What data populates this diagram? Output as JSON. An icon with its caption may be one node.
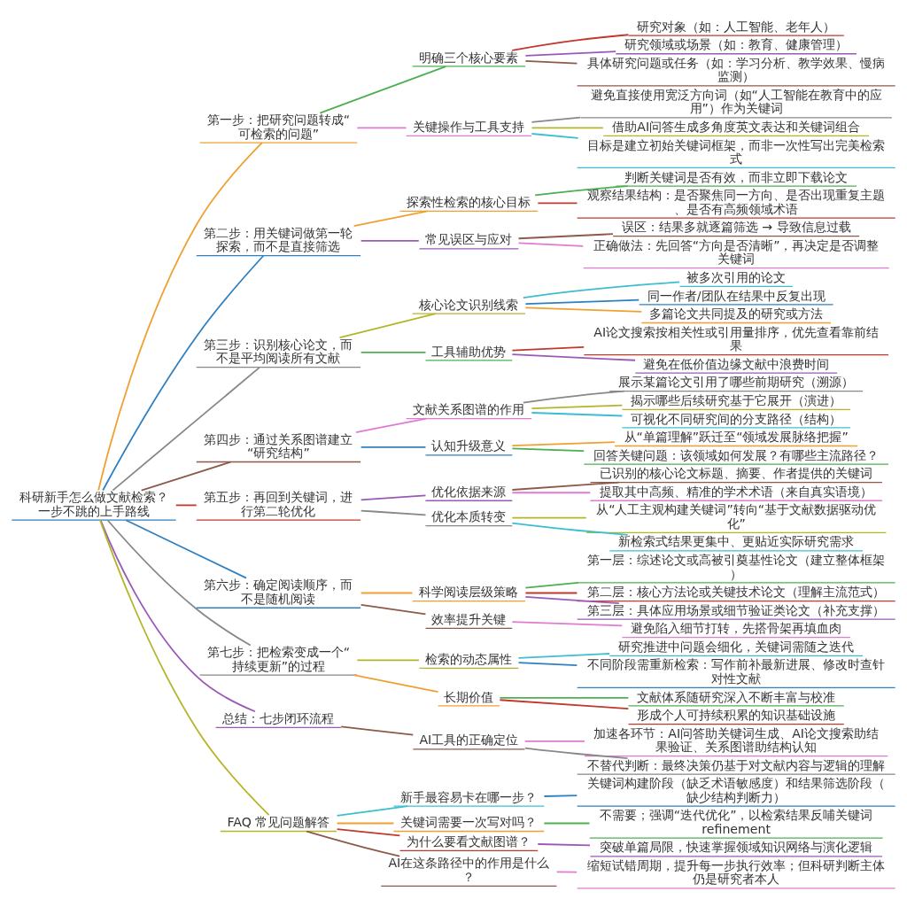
{
  "diagram": {
    "nodes": [
      {
        "text": [
          "科研新手怎么做文献检索？一步不跳的上手路线"
        ]
      },
      {
        "text": [
          "第一步：把研究问题转成“可检索的问题”"
        ]
      },
      {
        "text": [
          "明确三个核心要素"
        ]
      },
      {
        "text": [
          "研究对象（如：人工智能、老年人）"
        ]
      },
      {
        "text": [
          "研究领域或场景（如：教育、健康管理）"
        ]
      },
      {
        "text": [
          "具体研究问题或任务（如：学习分析、教学效果、慢病监测）"
        ]
      },
      {
        "text": [
          "关键操作与工具支持"
        ]
      },
      {
        "text": [
          "避免直接使用宽泛方向词（如“人工智能在教育中的应用”）作为关键词"
        ]
      },
      {
        "text": [
          "借助AI问答生成多角度英文表达和关键词组合"
        ]
      },
      {
        "text": [
          "目标是建立初始关键词框架，而非一次性写出完美检索式"
        ]
      },
      {
        "text": [
          "第二步：用关键词做第一轮探索，而不是直接筛选"
        ]
      },
      {
        "text": [
          "探索性检索的核心目标"
        ]
      },
      {
        "text": [
          "判断关键词是否有效，而非立即下载论文"
        ]
      },
      {
        "text": [
          "观察结果结构：是否聚焦同一方向、是否出现重复主题、是否有高频领域术语"
        ]
      },
      {
        "text": [
          "常见误区与应对"
        ]
      },
      {
        "text": [
          "误区：结果多就逐篇筛选 → 导致信息过载"
        ]
      },
      {
        "text": [
          "正确做法：先回答“方向是否清晰”，再决定是否调整关键词"
        ]
      },
      {
        "text": [
          "第三步：识别核心论文，而不是平均阅读所有文献"
        ]
      },
      {
        "text": [
          "核心论文识别线索"
        ]
      },
      {
        "text": [
          "被多次引用的论文"
        ]
      },
      {
        "text": [
          "同一作者/团队在结果中反复出现"
        ]
      },
      {
        "text": [
          "多篇论文共同提及的研究或方法"
        ]
      },
      {
        "text": [
          "工具辅助优势"
        ]
      },
      {
        "text": [
          "AI论文搜索按相关性或引用量排序，优先查看靠前结果"
        ]
      },
      {
        "text": [
          "避免在低价值边缘文献中浪费时间"
        ]
      },
      {
        "text": [
          "第四步：通过关系图谱建立“研究结构”"
        ]
      },
      {
        "text": [
          "文献关系图谱的作用"
        ]
      },
      {
        "text": [
          "展示某篇论文引用了哪些前期研究（溯源）"
        ]
      },
      {
        "text": [
          "揭示哪些后续研究基于它展开（演进）"
        ]
      },
      {
        "text": [
          "可视化不同研究间的分支路径（结构）"
        ]
      },
      {
        "text": [
          "认知升级意义"
        ]
      },
      {
        "text": [
          "从“单篇理解”跃迁至“领域发展脉络把握”"
        ]
      },
      {
        "text": [
          "回答关键问题：该领域如何发展？有哪些主流路径？"
        ]
      },
      {
        "text": [
          "第五步：再回到关键词，进行第二轮优化"
        ]
      },
      {
        "text": [
          "优化依据来源"
        ]
      },
      {
        "text": [
          "已识别的核心论文标题、摘要、作者提供的关键词"
        ]
      },
      {
        "text": [
          "提取其中高频、精准的学术术语（来自真实语境）"
        ]
      },
      {
        "text": [
          "优化本质转变"
        ]
      },
      {
        "text": [
          "从“人工主观构建关键词”转向“基于文献数据驱动优化”"
        ]
      },
      {
        "text": [
          "新检索式结果更集中、更贴近实际研究需求"
        ]
      },
      {
        "text": [
          "第六步：确定阅读顺序，而不是随机阅读"
        ]
      },
      {
        "text": [
          "科学阅读层级策略"
        ]
      },
      {
        "text": [
          "第一层：综述论文或高被引奠基性论文（建立整体框架）"
        ]
      },
      {
        "text": [
          "第二层：核心方法论或关键技术论文（理解主流范式）"
        ]
      },
      {
        "text": [
          "第三层：具体应用场景或细节验证类论文（补充支撑）"
        ]
      },
      {
        "text": [
          "效率提升关键"
        ]
      },
      {
        "text": [
          "避免陷入细节打转，先搭骨架再填血肉"
        ]
      },
      {
        "text": [
          "第七步：把检索变成一个“持续更新”的过程"
        ]
      },
      {
        "text": [
          "检索的动态属性"
        ]
      },
      {
        "text": [
          "研究推进中问题会细化，关键词需随之迭代"
        ]
      },
      {
        "text": [
          "不同阶段需重新检索：写作前补最新进展、修改时查针对性文献"
        ]
      },
      {
        "text": [
          "长期价值"
        ]
      },
      {
        "text": [
          "文献体系随研究深入不断丰富与校准"
        ]
      },
      {
        "text": [
          "形成个人可持续积累的知识基础设施"
        ]
      },
      {
        "text": [
          "总结：七步闭环流程"
        ]
      },
      {
        "text": [
          "AI工具的正确定位"
        ]
      },
      {
        "text": [
          "加速各环节：AI问答助关键词生成、AI论文搜索助结果验证、关系图谱助结构认知"
        ]
      },
      {
        "text": [
          "不替代判断：最终决策仍基于对文献内容与逻辑的理解"
        ]
      },
      {
        "text": [
          "FAQ 常见问题解答"
        ]
      },
      {
        "text": [
          "新手最容易卡在哪一步？"
        ]
      },
      {
        "text": [
          "关键词构建阶段（缺乏术语敏感度）和结果筛选阶段（缺少结构判断力）"
        ]
      },
      {
        "text": [
          "关键词需要一次写对吗？"
        ]
      },
      {
        "text": [
          "不需要；强调“迭代优化”，以检索结果反哺关键词 refinement"
        ]
      },
      {
        "text": [
          "为什么要看文献图谱？"
        ]
      },
      {
        "text": [
          "突破单篇局限，快速掌握领域知识网络与演化逻辑"
        ]
      },
      {
        "text": [
          "AI在这条路径中的作用是什么？"
        ]
      },
      {
        "text": [
          "缩短试错周期，提升每一步执行效率；但科研判断主体仍是研究者本人"
        ]
      }
    ],
    "edges": [
      {
        "from": 0,
        "to": 1,
        "arrow": "none",
        "color": "#f0a030"
      },
      {
        "from": 1,
        "to": 2,
        "arrow": "none",
        "color": "#4caf50"
      },
      {
        "from": 2,
        "to": 3,
        "arrow": "none",
        "color": "#c0392b"
      },
      {
        "from": 2,
        "to": 4,
        "arrow": "none",
        "color": "#9b59b6"
      },
      {
        "from": 2,
        "to": 5,
        "arrow": "none",
        "color": "#8d5a4a"
      },
      {
        "from": 1,
        "to": 6,
        "arrow": "none",
        "color": "#e07bd0"
      },
      {
        "from": 6,
        "to": 7,
        "arrow": "none",
        "color": "#888888"
      },
      {
        "from": 6,
        "to": 8,
        "arrow": "none",
        "color": "#b5b52a"
      },
      {
        "from": 6,
        "to": 9,
        "arrow": "none",
        "color": "#3bbfd0"
      },
      {
        "from": 0,
        "to": 10,
        "arrow": "none",
        "color": "#2f80c0"
      },
      {
        "from": 10,
        "to": 11,
        "arrow": "none",
        "color": "#f0a030"
      },
      {
        "from": 11,
        "to": 12,
        "arrow": "none",
        "color": "#4caf50"
      },
      {
        "from": 11,
        "to": 13,
        "arrow": "none",
        "color": "#c0392b"
      },
      {
        "from": 10,
        "to": 14,
        "arrow": "none",
        "color": "#9b59b6"
      },
      {
        "from": 14,
        "to": 15,
        "arrow": "none",
        "color": "#8d5a4a"
      },
      {
        "from": 14,
        "to": 16,
        "arrow": "none",
        "color": "#e07bd0"
      },
      {
        "from": 0,
        "to": 17,
        "arrow": "none",
        "color": "#888888"
      },
      {
        "from": 17,
        "to": 18,
        "arrow": "none",
        "color": "#b5b52a"
      },
      {
        "from": 18,
        "to": 19,
        "arrow": "none",
        "color": "#3bbfd0"
      },
      {
        "from": 18,
        "to": 20,
        "arrow": "none",
        "color": "#2f80c0"
      },
      {
        "from": 18,
        "to": 21,
        "arrow": "none",
        "color": "#f0a030"
      },
      {
        "from": 17,
        "to": 22,
        "arrow": "none",
        "color": "#4caf50"
      },
      {
        "from": 22,
        "to": 23,
        "arrow": "none",
        "color": "#c0392b"
      },
      {
        "from": 22,
        "to": 24,
        "arrow": "none",
        "color": "#9b59b6"
      },
      {
        "from": 0,
        "to": 25,
        "arrow": "none",
        "color": "#8d5a4a"
      },
      {
        "from": 25,
        "to": 26,
        "arrow": "none",
        "color": "#e07bd0"
      },
      {
        "from": 26,
        "to": 27,
        "arrow": "none",
        "color": "#888888"
      },
      {
        "from": 26,
        "to": 28,
        "arrow": "none",
        "color": "#b5b52a"
      },
      {
        "from": 26,
        "to": 29,
        "arrow": "none",
        "color": "#3bbfd0"
      },
      {
        "from": 25,
        "to": 30,
        "arrow": "none",
        "color": "#2f80c0"
      },
      {
        "from": 30,
        "to": 31,
        "arrow": "none",
        "color": "#f0a030"
      },
      {
        "from": 30,
        "to": 32,
        "arrow": "none",
        "color": "#4caf50"
      },
      {
        "from": 0,
        "to": 33,
        "arrow": "none",
        "color": "#c0392b"
      },
      {
        "from": 33,
        "to": 34,
        "arrow": "none",
        "color": "#9b59b6"
      },
      {
        "from": 34,
        "to": 35,
        "arrow": "none",
        "color": "#8d5a4a"
      },
      {
        "from": 34,
        "to": 36,
        "arrow": "none",
        "color": "#e07bd0"
      },
      {
        "from": 33,
        "to": 37,
        "arrow": "none",
        "color": "#888888"
      },
      {
        "from": 37,
        "to": 38,
        "arrow": "none",
        "color": "#b5b52a"
      },
      {
        "from": 37,
        "to": 39,
        "arrow": "none",
        "color": "#3bbfd0"
      },
      {
        "from": 0,
        "to": 40,
        "arrow": "none",
        "color": "#2f80c0"
      },
      {
        "from": 40,
        "to": 41,
        "arrow": "none",
        "color": "#f0a030"
      },
      {
        "from": 41,
        "to": 42,
        "arrow": "none",
        "color": "#4caf50"
      },
      {
        "from": 41,
        "to": 43,
        "arrow": "none",
        "color": "#c0392b"
      },
      {
        "from": 41,
        "to": 44,
        "arrow": "none",
        "color": "#9b59b6"
      },
      {
        "from": 40,
        "to": 45,
        "arrow": "none",
        "color": "#8d5a4a"
      },
      {
        "from": 45,
        "to": 46,
        "arrow": "none",
        "color": "#e07bd0"
      },
      {
        "from": 0,
        "to": 47,
        "arrow": "none",
        "color": "#888888"
      },
      {
        "from": 47,
        "to": 48,
        "arrow": "none",
        "color": "#b5b52a"
      },
      {
        "from": 48,
        "to": 49,
        "arrow": "none",
        "color": "#3bbfd0"
      },
      {
        "from": 48,
        "to": 50,
        "arrow": "none",
        "color": "#2f80c0"
      },
      {
        "from": 47,
        "to": 51,
        "arrow": "none",
        "color": "#f0a030"
      },
      {
        "from": 51,
        "to": 52,
        "arrow": "none",
        "color": "#4caf50"
      },
      {
        "from": 51,
        "to": 53,
        "arrow": "none",
        "color": "#c0392b"
      },
      {
        "from": 0,
        "to": 54,
        "arrow": "none",
        "color": "#9b59b6"
      },
      {
        "from": 54,
        "to": 55,
        "arrow": "none",
        "color": "#8d5a4a"
      },
      {
        "from": 55,
        "to": 56,
        "arrow": "none",
        "color": "#e07bd0"
      },
      {
        "from": 55,
        "to": 57,
        "arrow": "none",
        "color": "#888888"
      },
      {
        "from": 0,
        "to": 58,
        "arrow": "none",
        "color": "#b5b52a"
      },
      {
        "from": 58,
        "to": 59,
        "arrow": "none",
        "color": "#3bbfd0"
      },
      {
        "from": 59,
        "to": 60,
        "arrow": "none",
        "color": "#2f80c0"
      },
      {
        "from": 58,
        "to": 61,
        "arrow": "none",
        "color": "#f0a030"
      },
      {
        "from": 61,
        "to": 62,
        "arrow": "none",
        "color": "#4caf50"
      },
      {
        "from": 58,
        "to": 63,
        "arrow": "none",
        "color": "#c0392b"
      },
      {
        "from": 63,
        "to": 64,
        "arrow": "none",
        "color": "#9b59b6"
      },
      {
        "from": 58,
        "to": 65,
        "arrow": "none",
        "color": "#8d5a4a"
      },
      {
        "from": 65,
        "to": 66,
        "arrow": "none",
        "color": "#e07bd0"
      }
    ]
  }
}
